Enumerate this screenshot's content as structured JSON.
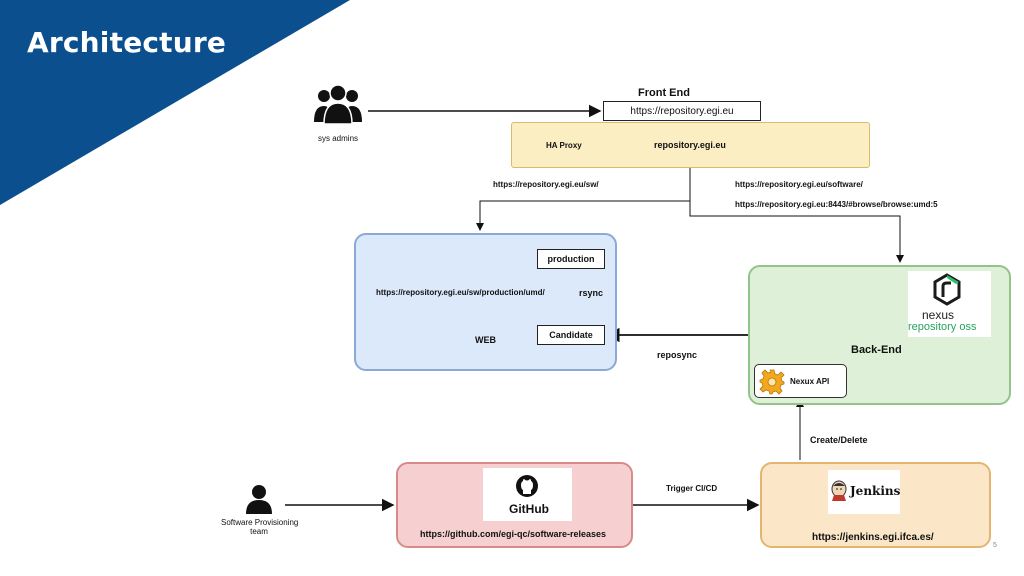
{
  "slide": {
    "title": "Architecture",
    "page_number": "5"
  },
  "actors": {
    "sys_admins": "sys admins",
    "software_team_line1": "Software Provisioning",
    "software_team_line2": "team"
  },
  "front_end": {
    "heading": "Front End",
    "url": "https://repository.egi.eu",
    "ha_proxy": "HA Proxy",
    "host": "repository.egi.eu"
  },
  "routes": {
    "sw": "https://repository.egi.eu/sw/",
    "software": "https://repository.egi.eu/software/",
    "browse": "https://repository.egi.eu:8443/#browse/browse:umd:5"
  },
  "web": {
    "path": "https://repository.egi.eu/sw/production/umd/",
    "label": "WEB",
    "production": "production",
    "candidate": "Candidate",
    "rsync": "rsync"
  },
  "reposync": "reposync",
  "back_end": {
    "label": "Back-End",
    "nexus_word": "nexus",
    "nexus_sub": "repository oss",
    "nexus_api": "Nexux API"
  },
  "create_delete": "Create/Delete",
  "github": {
    "logo_text": "GitHub",
    "url": "https://github.com/egi-qc/software-releases"
  },
  "trigger": "Trigger CI/CD",
  "jenkins": {
    "logo_text": "Jenkins",
    "url": "https://jenkins.egi.ifca.es/"
  },
  "colors": {
    "brand_blue": "#0b4f8f",
    "front_end_fill": "#fbeec2",
    "web_fill": "#dce9fb",
    "back_end_fill": "#dff0d8",
    "github_fill": "#f6d0d0",
    "jenkins_fill": "#fbe6c8"
  }
}
